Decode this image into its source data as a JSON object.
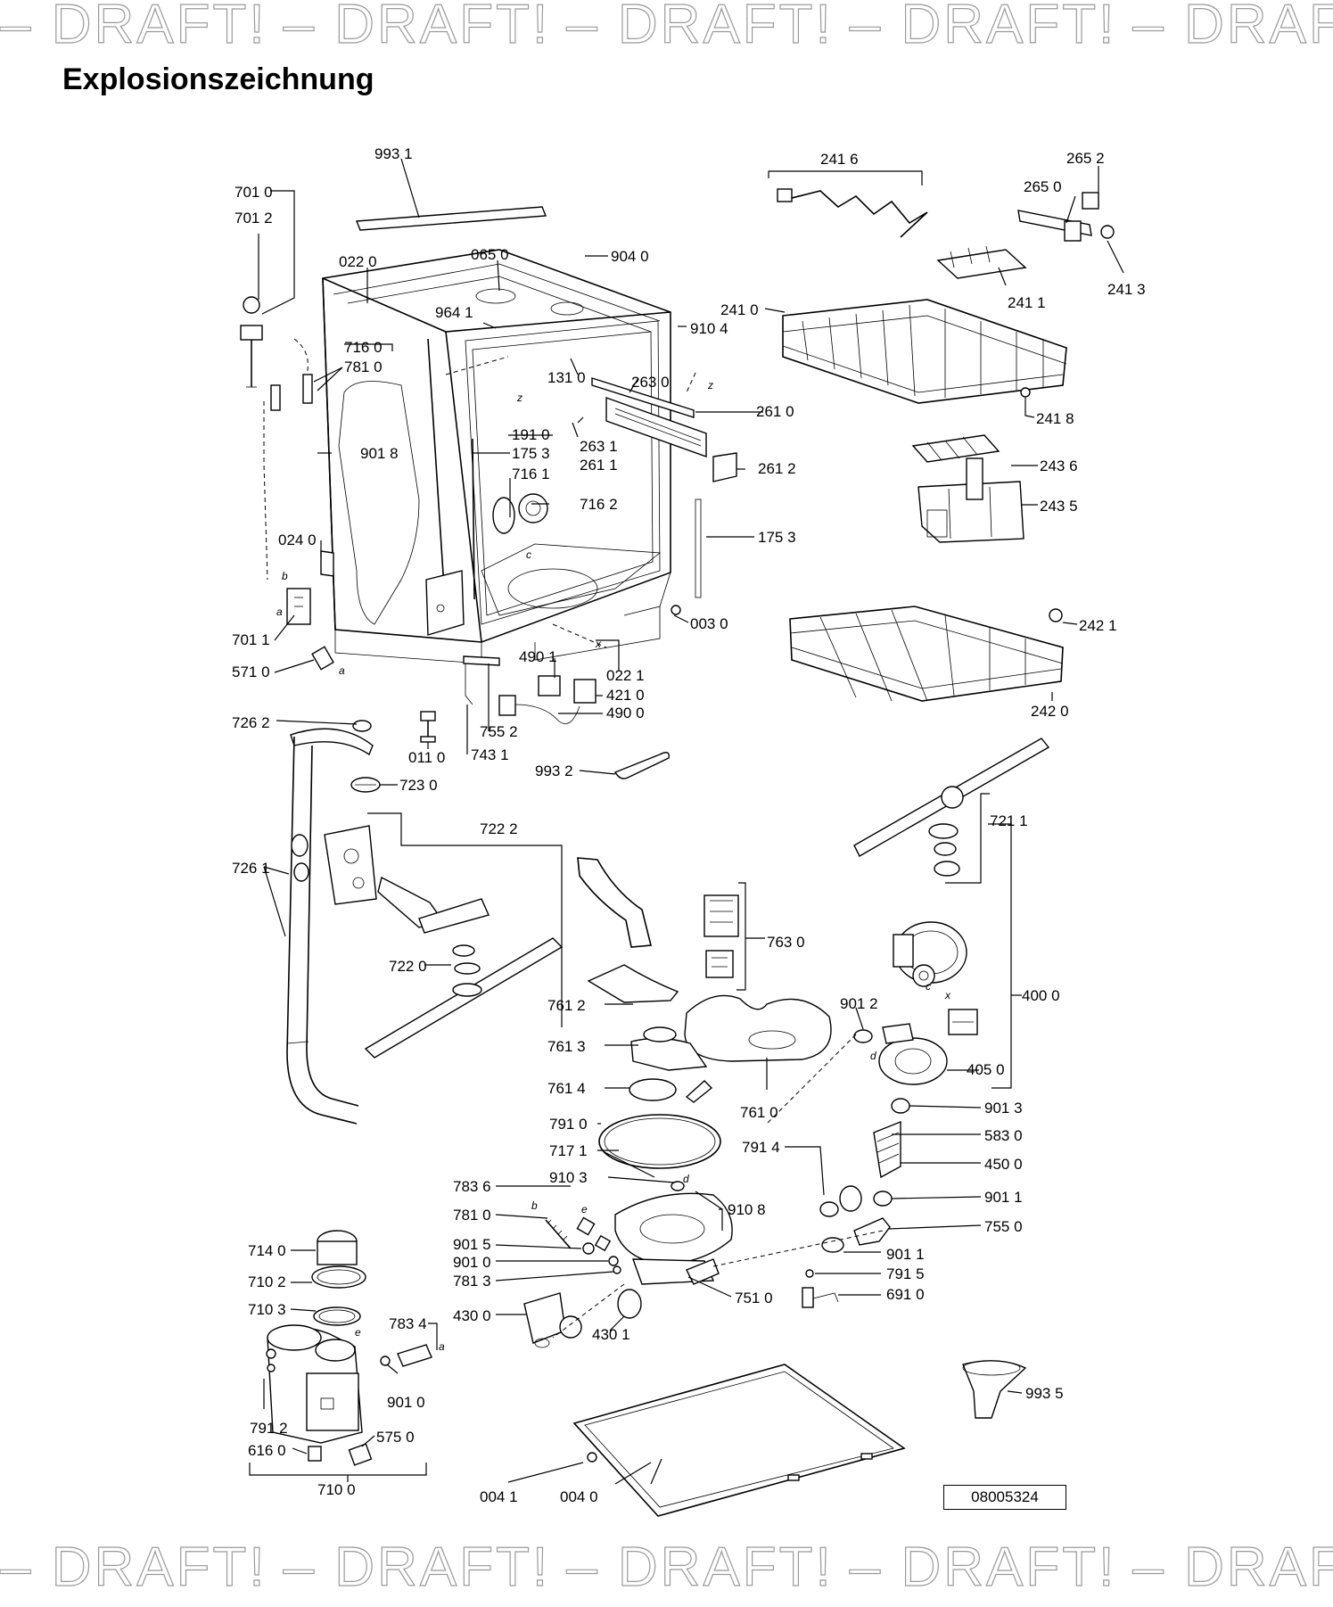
{
  "watermark": {
    "text": "DRAFT!",
    "separator": "–",
    "repeat": 5
  },
  "title": "Explosionszeichnung",
  "drawing_number": "08005324",
  "part_labels": [
    "993 1",
    "701 0",
    "701 2",
    "022 0",
    "065 0",
    "904 0",
    "964 1",
    "716 0",
    "781 0",
    "131 0",
    "263 0",
    "191 0",
    "175 3",
    "716 1",
    "716 2",
    "263 1",
    "261 1",
    "901 8",
    "024 0",
    "261 0",
    "261 2",
    "175 3",
    "003 0",
    "701 1",
    "571 0",
    "490 1",
    "022 1",
    "421 0",
    "490 0",
    "726 2",
    "011 0",
    "755 2",
    "743 1",
    "723 0",
    "993 2",
    "241 6",
    "265 2",
    "265 0",
    "241 3",
    "241 1",
    "241 0",
    "910 4",
    "241 8",
    "243 6",
    "243 5",
    "242 1",
    "242 0",
    "721 1",
    "722 2",
    "726 1",
    "722 0",
    "763 0",
    "761 2",
    "761 3",
    "761 4",
    "761 0",
    "400 0",
    "901 2",
    "405 0",
    "901 3",
    "791 0",
    "717 1",
    "791 4",
    "583 0",
    "450 0",
    "910 3",
    "783 6",
    "781 0",
    "901 5",
    "901 0",
    "781 3",
    "910 8",
    "901 1",
    "755 0",
    "901 1",
    "791 5",
    "751 0",
    "691 0",
    "714 0",
    "710 2",
    "710 3",
    "783 4",
    "430 0",
    "430 1",
    "901 0",
    "791 2",
    "575 0",
    "616 0",
    "710 0",
    "993 5",
    "004 1",
    "004 0"
  ],
  "connector_letters": [
    "z",
    "z",
    "a",
    "b",
    "a",
    "c",
    "x",
    "x",
    "c",
    "d",
    "b",
    "e",
    "d",
    "e",
    "a"
  ]
}
